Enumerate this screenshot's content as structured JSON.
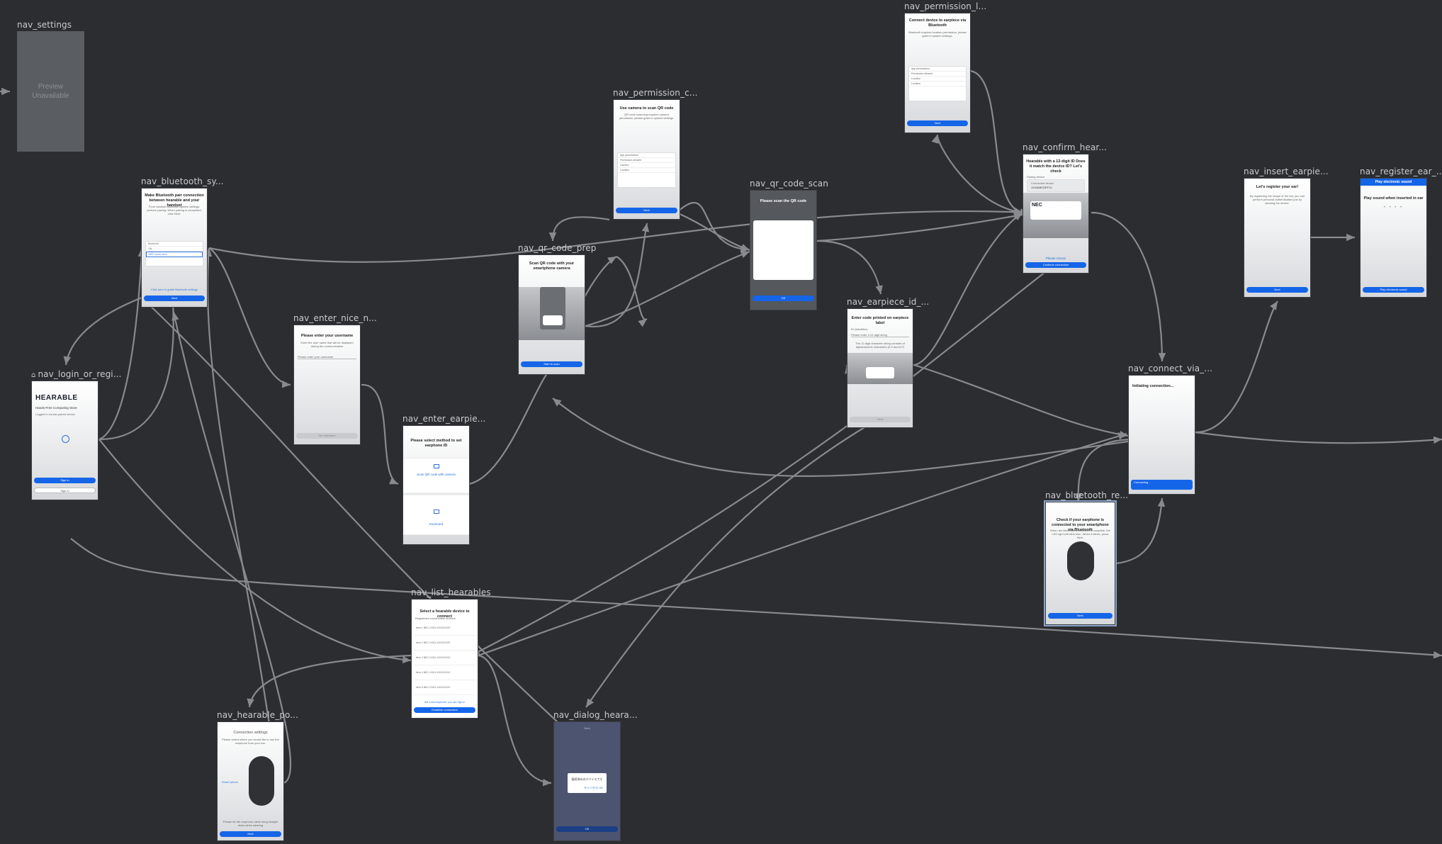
{
  "canvas": {
    "background": "#2b2d30",
    "edge_color": "#8d9095"
  },
  "nodes": {
    "settings": {
      "label": "nav_settings",
      "placeholder": "Preview\nUnavailable"
    },
    "bluetooth_sys": {
      "label": "nav_bluetooth_sy...",
      "title": "Make Bluetooth pair connection between hearable and your handset",
      "desc": "From handset Bluetooth system settings, perform pairing. When pairing is completed, click Next.",
      "list_title": "Bluetooth",
      "list_item": "ON",
      "list_hl": "NEC-xxxxx-xxxx...",
      "note": "Click here to guide Bluetooth settings",
      "button": "Next"
    },
    "login": {
      "label": "nav_login_or_regi...",
      "brand": "HEARABLE",
      "tagline": "Hands-Free Computing Store",
      "sub": "Logged in via ear-paired device",
      "primary": "Sign in",
      "secondary": "Sign in"
    },
    "enter_nice": {
      "label": "nav_enter_nice_n...",
      "title": "Please enter your username",
      "desc": "Enter the user name that will be displayed during the communication",
      "placeholder": "Please enter your username",
      "button": "Set nickname"
    },
    "enter_earpiece": {
      "label": "nav_enter_earpie...",
      "title": "Please select method to set earphone ID",
      "option1": "Scan QR code with camera",
      "option2": "Keyboard"
    },
    "qr_code_prep": {
      "label": "nav_qr_code_prep",
      "title": "Scan QR code with your smartphone camera",
      "button": "Start to scan"
    },
    "permission_c": {
      "label": "nav_permission_c...",
      "title": "Use camera to scan QR code",
      "desc": "QR code scanning requires camera permission. please grant in system settings.",
      "rows": [
        "App permissions",
        "Permission allowed",
        "Camera",
        "Location"
      ],
      "button": "Next"
    },
    "permission_l": {
      "label": "nav_permission_l...",
      "title": "Connect device to earpiece via Bluetooth",
      "desc": "Bluetooth requires location permission, please grant in system settings.",
      "rows": [
        "App permissions",
        "Permission allowed",
        "Location",
        "Location"
      ],
      "button": "Next"
    },
    "qr_code_scan": {
      "label": "nav_qr_code_scan",
      "title": "Please scan the QR code",
      "button": "OK"
    },
    "earpiece_id": {
      "label": "nav_earpiece_id_...",
      "title": "Enter code printed on earpiece label",
      "field_label": "ID (Identifier)",
      "placeholder": "Please enter a 12-digit string",
      "desc": "The 12-digit character string consists of alphanumeric characters (0-9 and A-F)",
      "button": "Next"
    },
    "confirm_hear": {
      "label": "nav_confirm_hear...",
      "title": "Hearable with a 12-digit ID Does it match the device ID? Let's check",
      "field_label": "Pairing device",
      "field_value": "Connected device",
      "field_value2": "1234ABCDEF12",
      "brand": "NEC",
      "link": "Please rescan",
      "button": "Continue connection"
    },
    "insert_earpiece": {
      "label": "nav_insert_earpie...",
      "title": "Let's register your ear!",
      "desc": "By registering the shape of the ear, you can perform personal authentication just by wearing the device.",
      "button": "Next"
    },
    "register_ear": {
      "label": "nav_register_ear_...",
      "bar": "Play electronic sound",
      "title": "Play sound when inserted in ear",
      "dots": "• • • •",
      "button": "Play electronic sound"
    },
    "connect_via": {
      "label": "nav_connect_via_...",
      "title": "Initiating connection...",
      "status": "Connecting..."
    },
    "bluetooth_re": {
      "label": "nav_bluetooth_re...",
      "title": "Check if your earphone is connected to your smartphone via Bluetooth",
      "desc": "When the Bluetooth connection is complete, the LED light will blink blue. When it blinks, press Next.",
      "button": "Next"
    },
    "list_hearables": {
      "label": "nav_list_hearables",
      "title": "Select a hearable device to connect",
      "section": "Registered connectable devices",
      "items": [
        "Item 1  NEC-XXXX-XXXXXXXX",
        "Item 2  NEC-XXXX-XXXXXXXX",
        "Item 3  NEC-XXXX-XXXXXXXX",
        "Item 4  NEC-XXXX-XXXXXXXX",
        "Item 5  NEC-XXXX-XXXXXXXX"
      ],
      "link": "Set a new earphone, you can Sign in",
      "button": "Establish connection"
    },
    "dialog_hear": {
      "label": "nav_dialog_heara...",
      "header": "Next",
      "dialog_text": "接続済みのデバイスです",
      "dialog_cancel": "キャンセル",
      "dialog_ok": "OK",
      "button": "OK"
    },
    "hearable_po": {
      "label": "nav_hearable_po...",
      "title": "Connection settings",
      "desc": "Please select where you would like to use the earphone from your ear.",
      "side": "Smart phone",
      "foot": "Please let the earphone cable hang straight down when wearing",
      "button": "Next"
    }
  }
}
